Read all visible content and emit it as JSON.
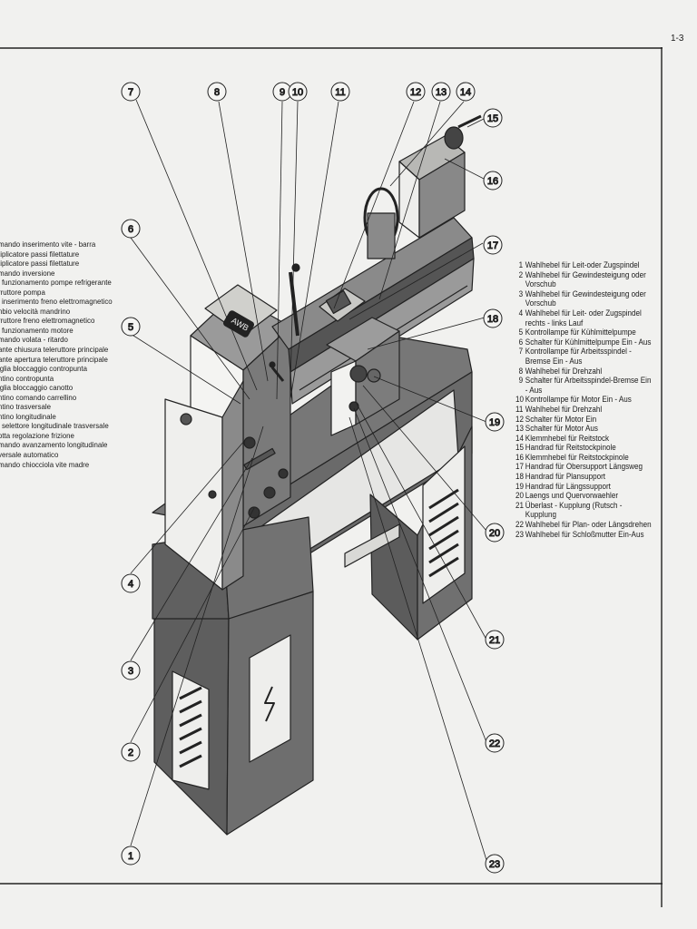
{
  "page_number": "1-3",
  "legend_it": [
    "mando inserimento vite - barra",
    "tiplicatore passi filettature",
    "tiplicatore passi filettature",
    "mando inversione",
    "i funzionamento pompe refrigerante",
    "rruttore pompa",
    "i inserimento freno elettromagnetico",
    "nbio velocità mandrino",
    "rruttore freno elettromagnetico",
    "i funzionamento motore",
    "mando volata - ritardo",
    "ante chiusura teleruttore principale",
    "ante apertura teleruttore principale",
    "iglia bloccaggio contropunta",
    "ntino contropunta",
    "iglia bloccaggio canotto",
    "ntino comando carrellino",
    "ntino trasversale",
    "ntino longitudinale",
    "i selettore longitudinale trasversale",
    "otta regolazione frizione",
    "mando avanzamento longitudinale",
    "versale automatico",
    "mando chiocciola vite madre"
  ],
  "legend_de": [
    {
      "num": "1",
      "text": "Wahlhebel für Leit-oder Zugspindel"
    },
    {
      "num": "2",
      "text": "Wahlhebel für Gewindesteigung oder Vorschub"
    },
    {
      "num": "3",
      "text": "Wahlhebel für Gewindesteigung oder Vorschub"
    },
    {
      "num": "4",
      "text": "Wahlhebel für Leit- oder Zugspindel rechts - links Lauf"
    },
    {
      "num": "5",
      "text": "Kontrollampe für Kühlmittelpumpe"
    },
    {
      "num": "6",
      "text": "Schalter für Kühlmittelpumpe Ein - Aus"
    },
    {
      "num": "7",
      "text": "Kontrollampe für Arbeitsspindel - Bremse Ein - Aus"
    },
    {
      "num": "8",
      "text": "Wahlhebel für Drehzahl"
    },
    {
      "num": "9",
      "text": "Schalter für Arbeitsspindel-Bremse Ein - Aus"
    },
    {
      "num": "10",
      "text": "Kontrollampe für Motor Ein - Aus"
    },
    {
      "num": "11",
      "text": "Wahlhebel für Drehzahl"
    },
    {
      "num": "12",
      "text": "Schalter für Motor Ein"
    },
    {
      "num": "13",
      "text": "Schalter für Motor Aus"
    },
    {
      "num": "14",
      "text": "Klemmhebel für Reitstock"
    },
    {
      "num": "15",
      "text": "Handrad für Reitstockpinole"
    },
    {
      "num": "16",
      "text": "Klemmhebel für Reitstockpinole"
    },
    {
      "num": "17",
      "text": "Handrad für Obersupport Längsweg"
    },
    {
      "num": "18",
      "text": "Handrad für Plansupport"
    },
    {
      "num": "19",
      "text": "Handrad für Längssupport"
    },
    {
      "num": "20",
      "text": "Laengs und Quervorwaehler"
    },
    {
      "num": "21",
      "text": "Überlast - Kupplung (Rutsch - Kupplung"
    },
    {
      "num": "22",
      "text": "Wahlhebel für Plan- oder Längsdrehen"
    },
    {
      "num": "23",
      "text": "Wahlhebel für Schloßmutter Ein-Aus"
    }
  ],
  "callouts": [
    "1",
    "2",
    "3",
    "4",
    "5",
    "6",
    "7",
    "8",
    "9",
    "10",
    "11",
    "12",
    "13",
    "14",
    "15",
    "16",
    "17",
    "18",
    "19",
    "20",
    "21",
    "22",
    "23"
  ],
  "logo_text": "AWB",
  "colors": {
    "paper": "#f1f1ef",
    "ink": "#1b1b1b",
    "shade": "#6f6f6f",
    "dark_shade": "#4a4a4a"
  }
}
